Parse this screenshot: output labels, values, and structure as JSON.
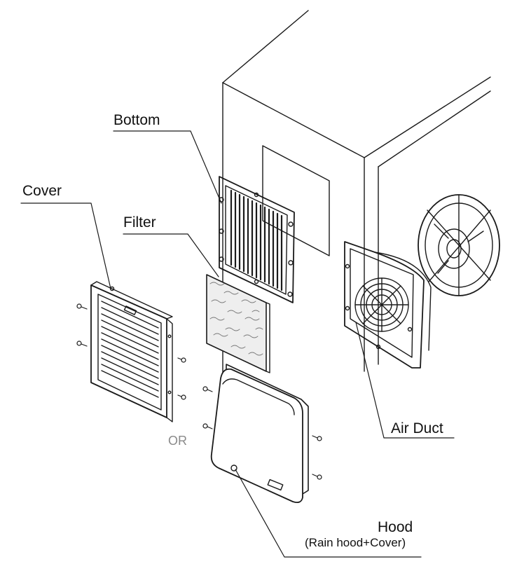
{
  "labels": {
    "bottom": "Bottom",
    "cover": "Cover",
    "filter": "Filter",
    "or": "OR",
    "air_duct": "Air Duct",
    "hood": "Hood",
    "hood_sub": "(Rain hood+Cover)"
  },
  "colors": {
    "line": "#1a1a1a",
    "background": "#ffffff",
    "hint_text": "#8a8a8a"
  },
  "components": [
    "enclosure",
    "bottom-grille",
    "cover",
    "filter",
    "hood",
    "air-duct",
    "fan",
    "screws"
  ]
}
